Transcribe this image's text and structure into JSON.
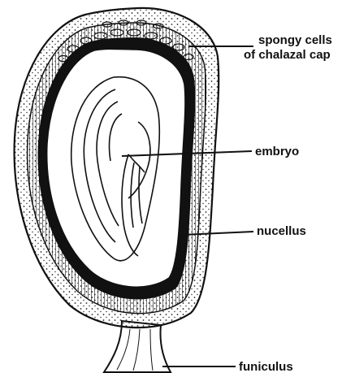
{
  "diagram": {
    "labels": {
      "chalazal_line1": "spongy cells",
      "chalazal_line2": "of chalazal cap",
      "embryo": "embryo",
      "nucellus": "nucellus",
      "funiculus": "funiculus"
    },
    "colors": {
      "ink": "#111111",
      "paper": "#ffffff",
      "stipple": "#333333"
    }
  }
}
